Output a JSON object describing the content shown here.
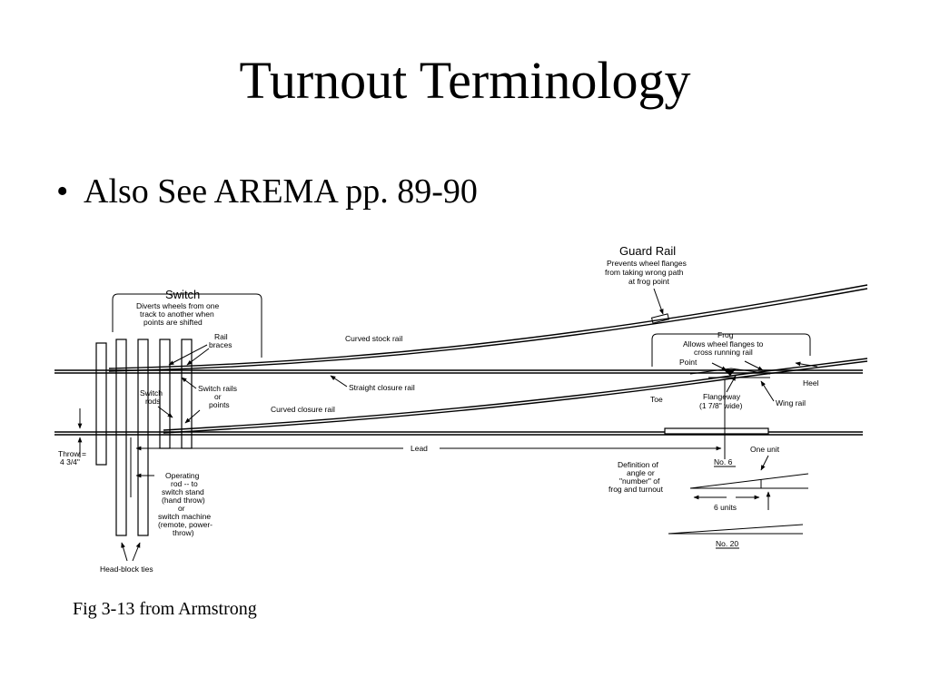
{
  "slide": {
    "title": "Turnout Terminology",
    "bullet_marker": "•",
    "bullet": "Also See AREMA pp. 89-90",
    "caption": "Fig 3-13 from Armstrong"
  },
  "diagram": {
    "guard_rail_title": "Guard Rail",
    "guard_rail_desc": [
      "Prevents wheel flanges",
      "from taking wrong path",
      "at frog point"
    ],
    "switch_title": "Switch",
    "switch_desc": [
      "Diverts wheels from one",
      "track to another when",
      "points are shifted"
    ],
    "frog_title": "Frog",
    "frog_desc": [
      "Allows wheel flanges to",
      "cross running rail"
    ],
    "rail_braces": [
      "Rail",
      "braces"
    ],
    "switch_rods": [
      "Switch",
      "rods"
    ],
    "switch_rails": [
      "Switch rails",
      "or",
      "points"
    ],
    "curved_stock_rail": "Curved stock rail",
    "straight_closure_rail": "Straight closure rail",
    "curved_closure_rail": "Curved closure rail",
    "point": "Point",
    "heel": "Heel",
    "toe": "Toe",
    "flangeway": [
      "Flangeway",
      "(1 7/8\" wide)"
    ],
    "wing_rail": "Wing rail",
    "lead": "Lead",
    "throw": [
      "Throw =",
      "4 3/4\""
    ],
    "operating_rod": [
      "Operating",
      "rod -- to",
      "switch stand",
      "(hand throw)",
      "or",
      "switch machine",
      "(remote, power-",
      "throw)"
    ],
    "head_block_ties": "Head-block ties",
    "definition": [
      "Definition of",
      "angle or",
      "\"number\" of",
      "frog and turnout"
    ],
    "no6": "No. 6",
    "no20": "No. 20",
    "one_unit": "One unit",
    "six_units": "6 units"
  }
}
